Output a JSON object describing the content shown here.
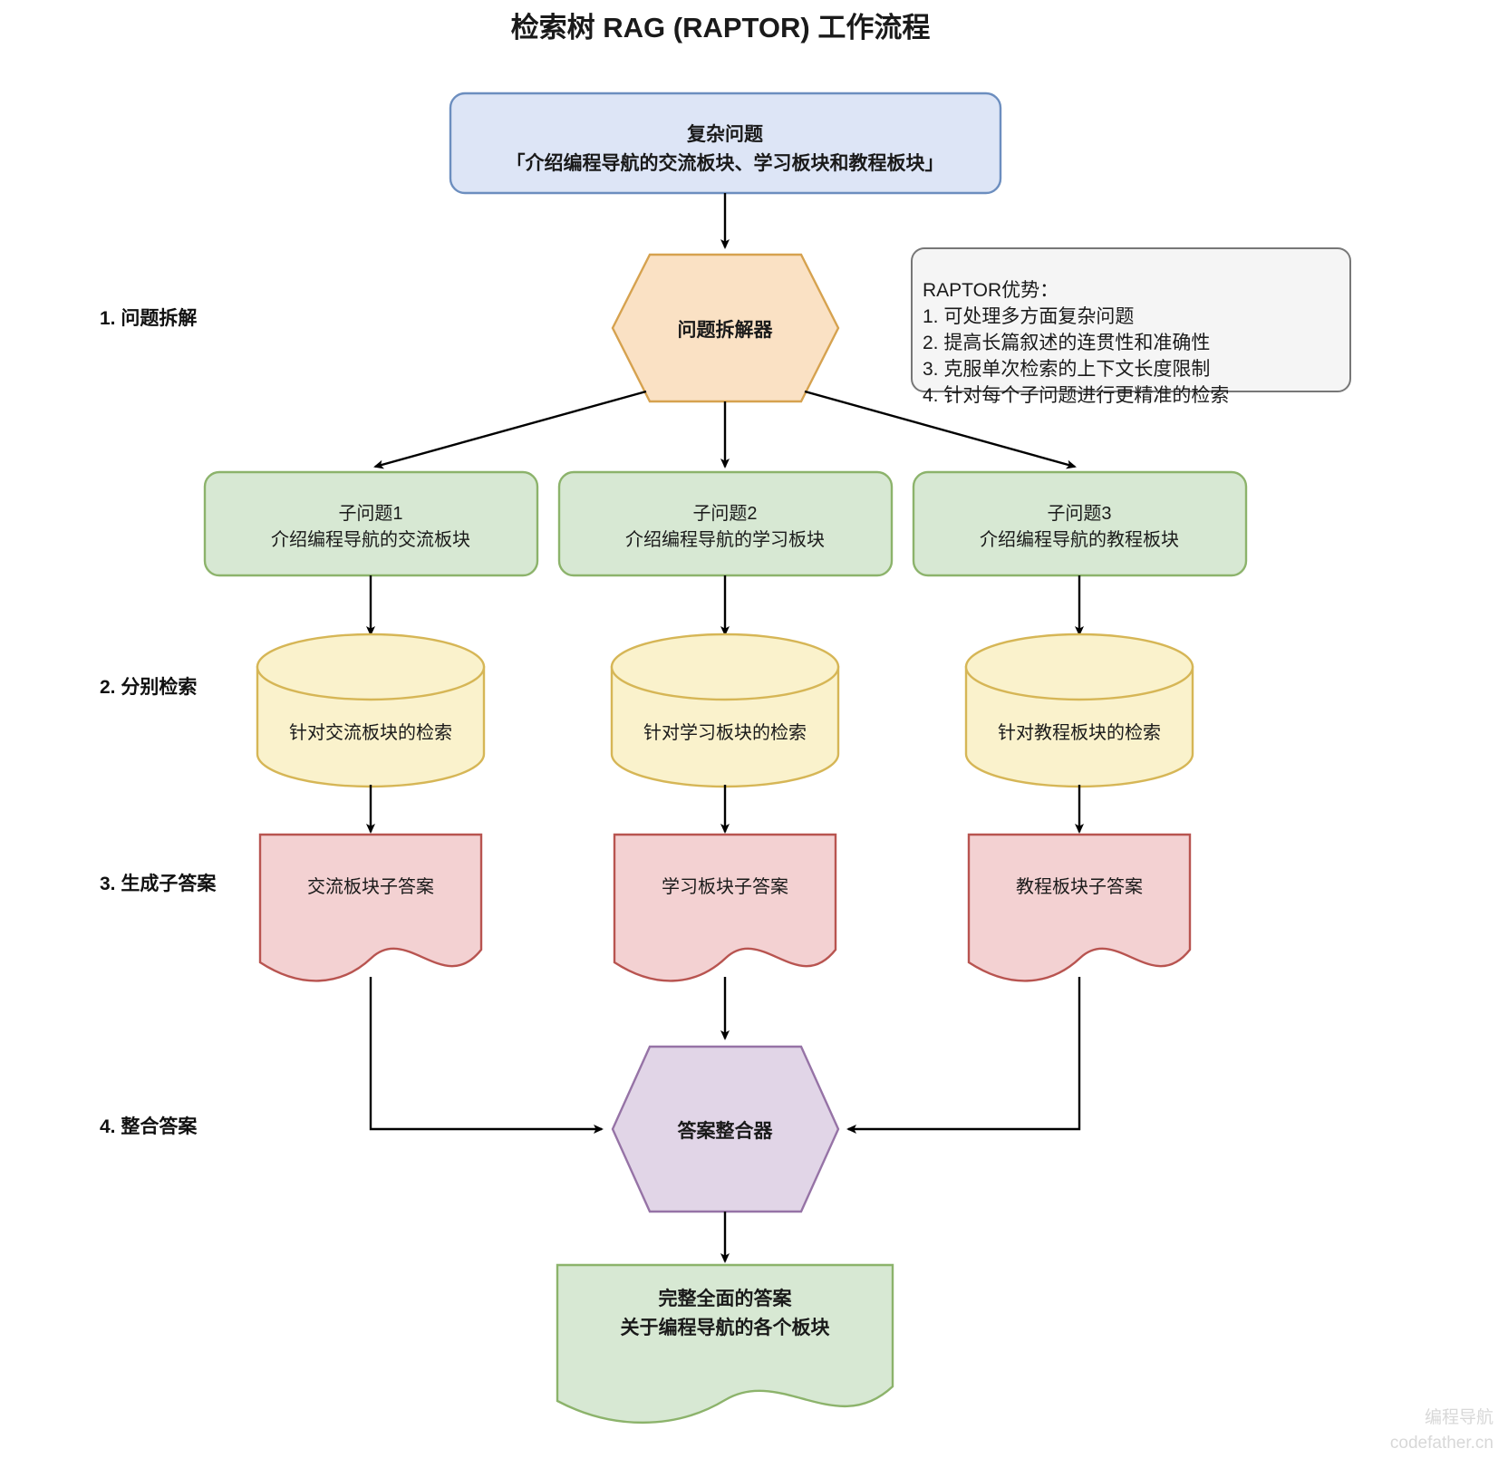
{
  "title": "检索树 RAG (RAPTOR) 工作流程",
  "watermark": {
    "line1": "编程导航",
    "line2": "codefather.cn"
  },
  "colors": {
    "question_fill": "#dde5f6",
    "question_stroke": "#6c8ebf",
    "decomposer_fill": "#fae1c4",
    "decomposer_stroke": "#d6a24f",
    "subquestion_fill": "#d7e8d3",
    "subquestion_stroke": "#8cb36b",
    "retrieval_fill": "#faf2cc",
    "retrieval_stroke": "#d6b656",
    "subanswer_fill": "#f3d1d2",
    "subanswer_stroke": "#b85450",
    "integrator_fill": "#e1d5e7",
    "integrator_stroke": "#9673a6",
    "final_fill": "#d7e8d3",
    "final_stroke": "#8cb36b",
    "note_fill": "#f5f5f5",
    "note_stroke": "#666666",
    "edge": "#000000"
  },
  "stages": [
    {
      "label": "1. 问题拆解"
    },
    {
      "label": "2. 分别检索"
    },
    {
      "label": "3. 生成子答案"
    },
    {
      "label": "4. 整合答案"
    }
  ],
  "nodes": {
    "question": {
      "line1": "复杂问题",
      "line2": "「介绍编程导航的交流板块、学习板块和教程板块」"
    },
    "decomposer": {
      "label": "问题拆解器"
    },
    "integrator": {
      "label": "答案整合器"
    },
    "final_answer": {
      "line1": "完整全面的答案",
      "line2": "关于编程导航的各个板块"
    }
  },
  "branches": [
    {
      "subquestion": {
        "line1": "子问题1",
        "line2": "介绍编程导航的交流板块"
      },
      "retrieval": {
        "label": "针对交流板块的检索"
      },
      "subanswer": {
        "label": "交流板块子答案"
      }
    },
    {
      "subquestion": {
        "line1": "子问题2",
        "line2": "介绍编程导航的学习板块"
      },
      "retrieval": {
        "label": "针对学习板块的检索"
      },
      "subanswer": {
        "label": "学习板块子答案"
      }
    },
    {
      "subquestion": {
        "line1": "子问题3",
        "line2": "介绍编程导航的教程板块"
      },
      "retrieval": {
        "label": "针对教程板块的检索"
      },
      "subanswer": {
        "label": "教程板块子答案"
      }
    }
  ],
  "note": {
    "title": "RAPTOR优势：",
    "items": [
      "1. 可处理多方面复杂问题",
      "2. 提高长篇叙述的连贯性和准确性",
      "3. 克服单次检索的上下文长度限制",
      "4. 针对每个子问题进行更精准的检索"
    ]
  }
}
